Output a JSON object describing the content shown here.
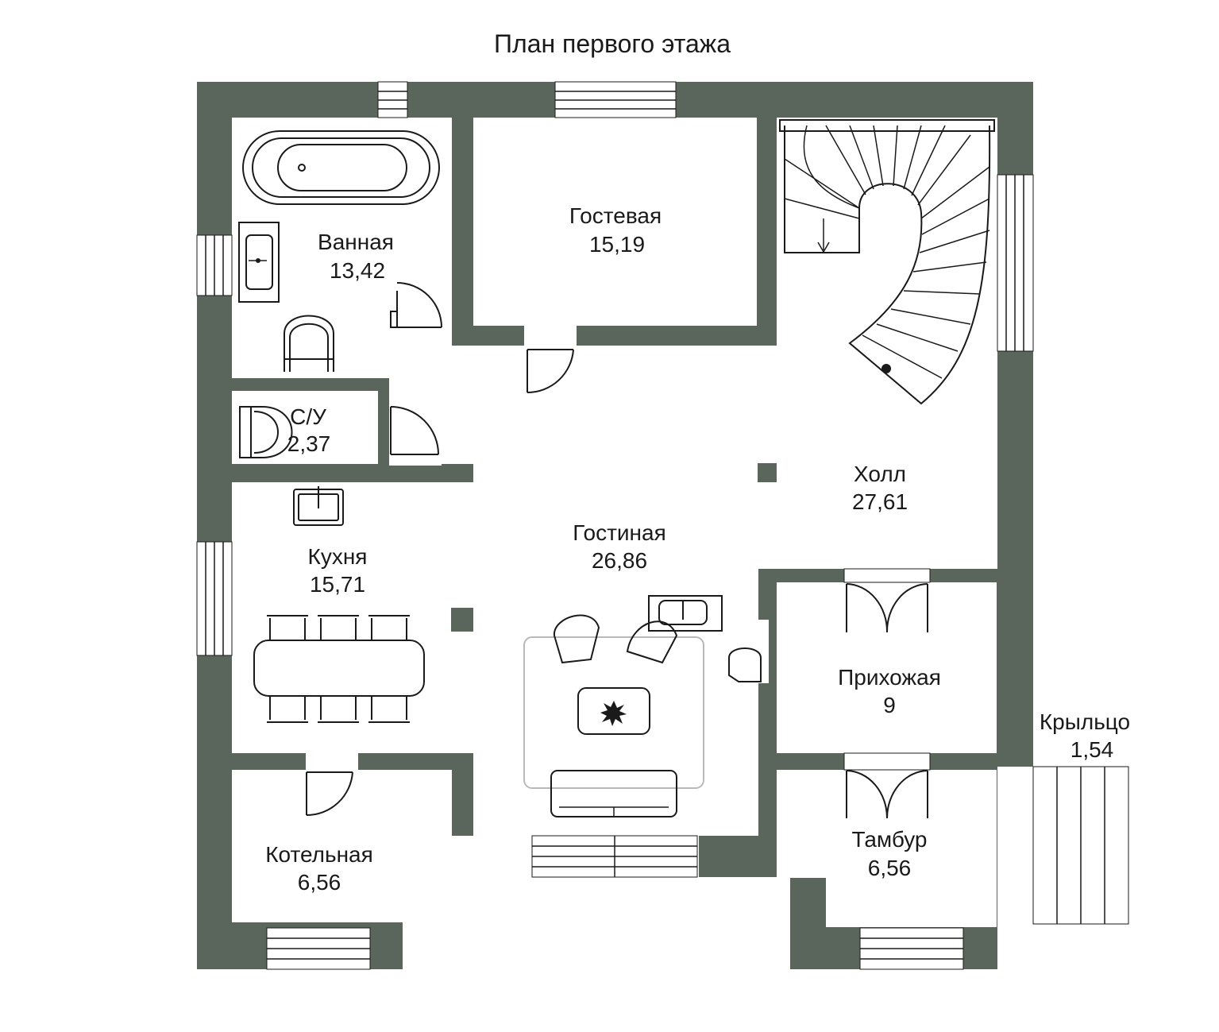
{
  "title": "План первого этажа",
  "colors": {
    "wall": "#5a655c",
    "background": "#ffffff",
    "ink": "#1a1a1a"
  },
  "rooms": {
    "bath": {
      "name": "Ванная",
      "area": "13,42"
    },
    "guest": {
      "name": "Гостевая",
      "area": "15,19"
    },
    "wc": {
      "name": "С/У",
      "area": "2,37"
    },
    "hall": {
      "name": "Холл",
      "area": "27,61"
    },
    "living": {
      "name": "Гостиная",
      "area": "26,86"
    },
    "kitchen": {
      "name": "Кухня",
      "area": "15,71"
    },
    "entry": {
      "name": "Прихожая",
      "area": "9"
    },
    "porch": {
      "name": "Крыльцо",
      "area": "1,54"
    },
    "boiler": {
      "name": "Котельная",
      "area": "6,56"
    },
    "vestibule": {
      "name": "Тамбур",
      "area": "6,56"
    }
  }
}
